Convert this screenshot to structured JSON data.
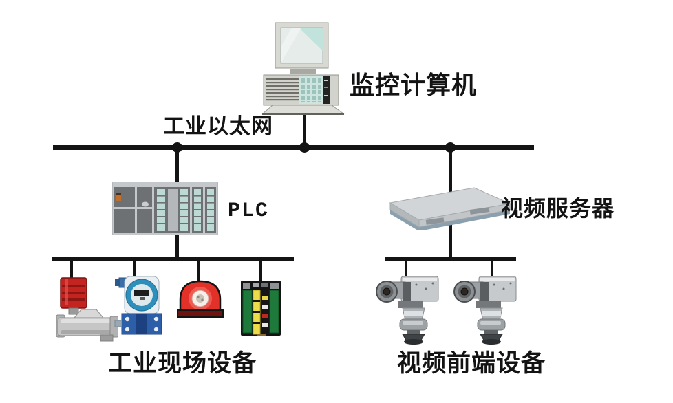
{
  "diagram": {
    "type": "network-topology",
    "bus": {
      "label": "工业以太网"
    },
    "nodes": {
      "computer": {
        "label": "监控计算机",
        "icon": "desktop-computer-icon"
      },
      "plc": {
        "label": "PLC",
        "icon": "plc-rack-icon"
      },
      "video_server": {
        "label": "视频服务器",
        "icon": "video-server-icon"
      },
      "field_group": {
        "label": "工业现场设备",
        "device_icons": [
          "solenoid-valve-icon",
          "pressure-transmitter-icon",
          "alarm-beacon-icon",
          "signal-module-icon"
        ]
      },
      "camera_group": {
        "label": "视频前端设备",
        "device_icons": [
          "ptz-camera-icon",
          "ptz-camera-icon"
        ]
      }
    },
    "colors": {
      "line": "#141414",
      "valve_red": "#c42420",
      "transmitter_blue": "#2d5fa8",
      "transmitter_ring_blue": "#2e8fbc",
      "beacon_red": "#e23128",
      "module_green": "#1d7a3a",
      "module_yellow": "#ecdc4a",
      "led_teal": "#bcd9d4",
      "device_gray": "#c6cacd"
    }
  }
}
